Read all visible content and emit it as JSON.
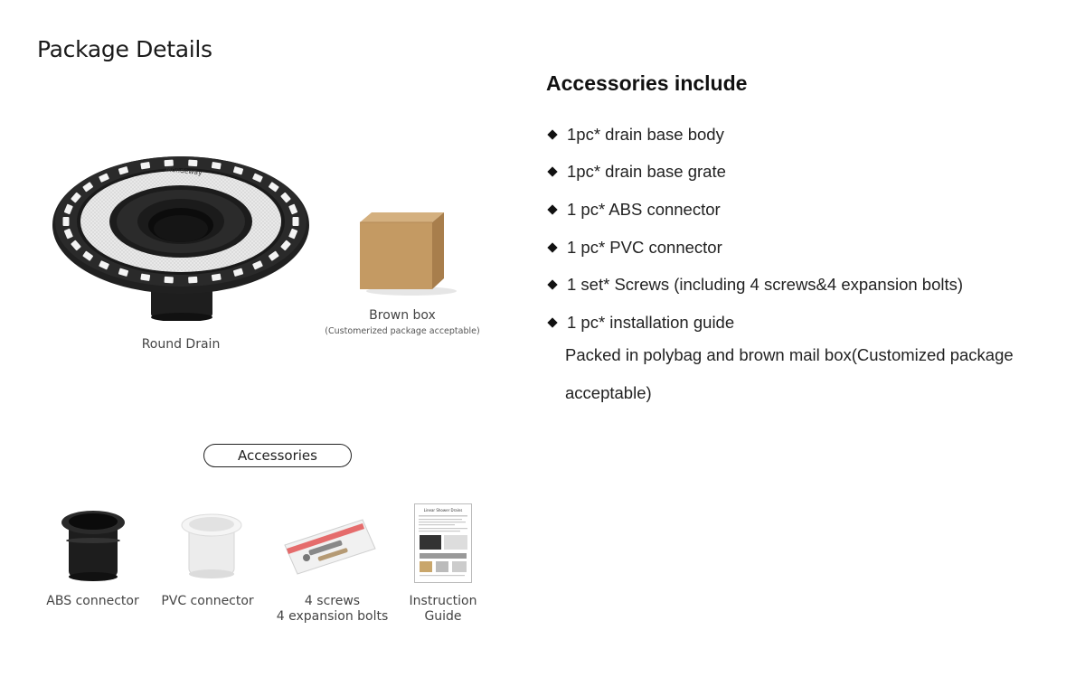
{
  "page_title": "Package Details",
  "products": {
    "round_drain": {
      "label": "Round Drain",
      "brand": "Mondeway"
    },
    "brown_box": {
      "label": "Brown box",
      "sublabel": "(Customerized package acceptable)"
    }
  },
  "accessories_pill": "Accessories",
  "accessory_items": [
    {
      "label": "ABS connector"
    },
    {
      "label": "PVC connector"
    },
    {
      "label_line1": "4 screws",
      "label_line2": "4 expansion bolts"
    },
    {
      "label_line1": "Instruction",
      "label_line2": "Guide",
      "doc_title": "Linear Shower Drains"
    }
  ],
  "accessories_include": {
    "title": "Accessories include",
    "items": [
      "1pc* drain base body",
      "1pc* drain base grate",
      "1 pc* ABS connector",
      "1 pc* PVC connector",
      "1 set* Screws (including 4 screws&4 expansion bolts)",
      "1 pc* installation guide"
    ],
    "note": "Packed in polybag and brown mail box(Customized package acceptable)"
  }
}
